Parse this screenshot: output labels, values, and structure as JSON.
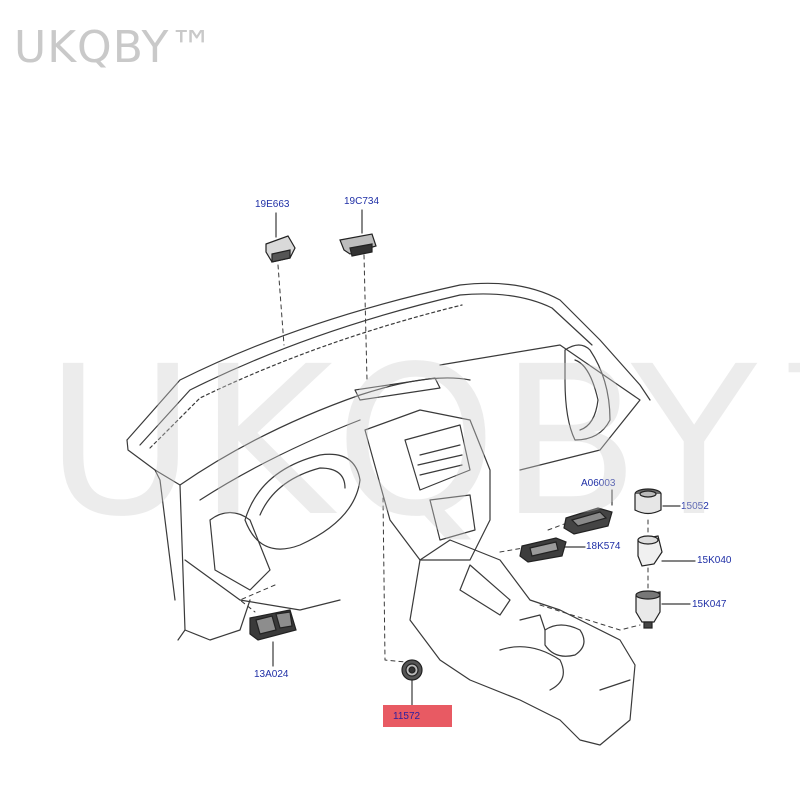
{
  "brand": {
    "logo_text": "UKQBY™",
    "watermark_text": "UKQBY™"
  },
  "callouts": {
    "c19E663": "19E663",
    "c19C734": "19C734",
    "cA06003": "A06003",
    "c15052": "15052",
    "c18K574": "18K574",
    "c15K040": "15K040",
    "c15K047": "15K047",
    "c13A024": "13A024",
    "c11572": "11572"
  },
  "colors": {
    "callout_text": "#1f2fa6",
    "highlight": "#e85a63",
    "line_art": "#3a3a3a"
  }
}
